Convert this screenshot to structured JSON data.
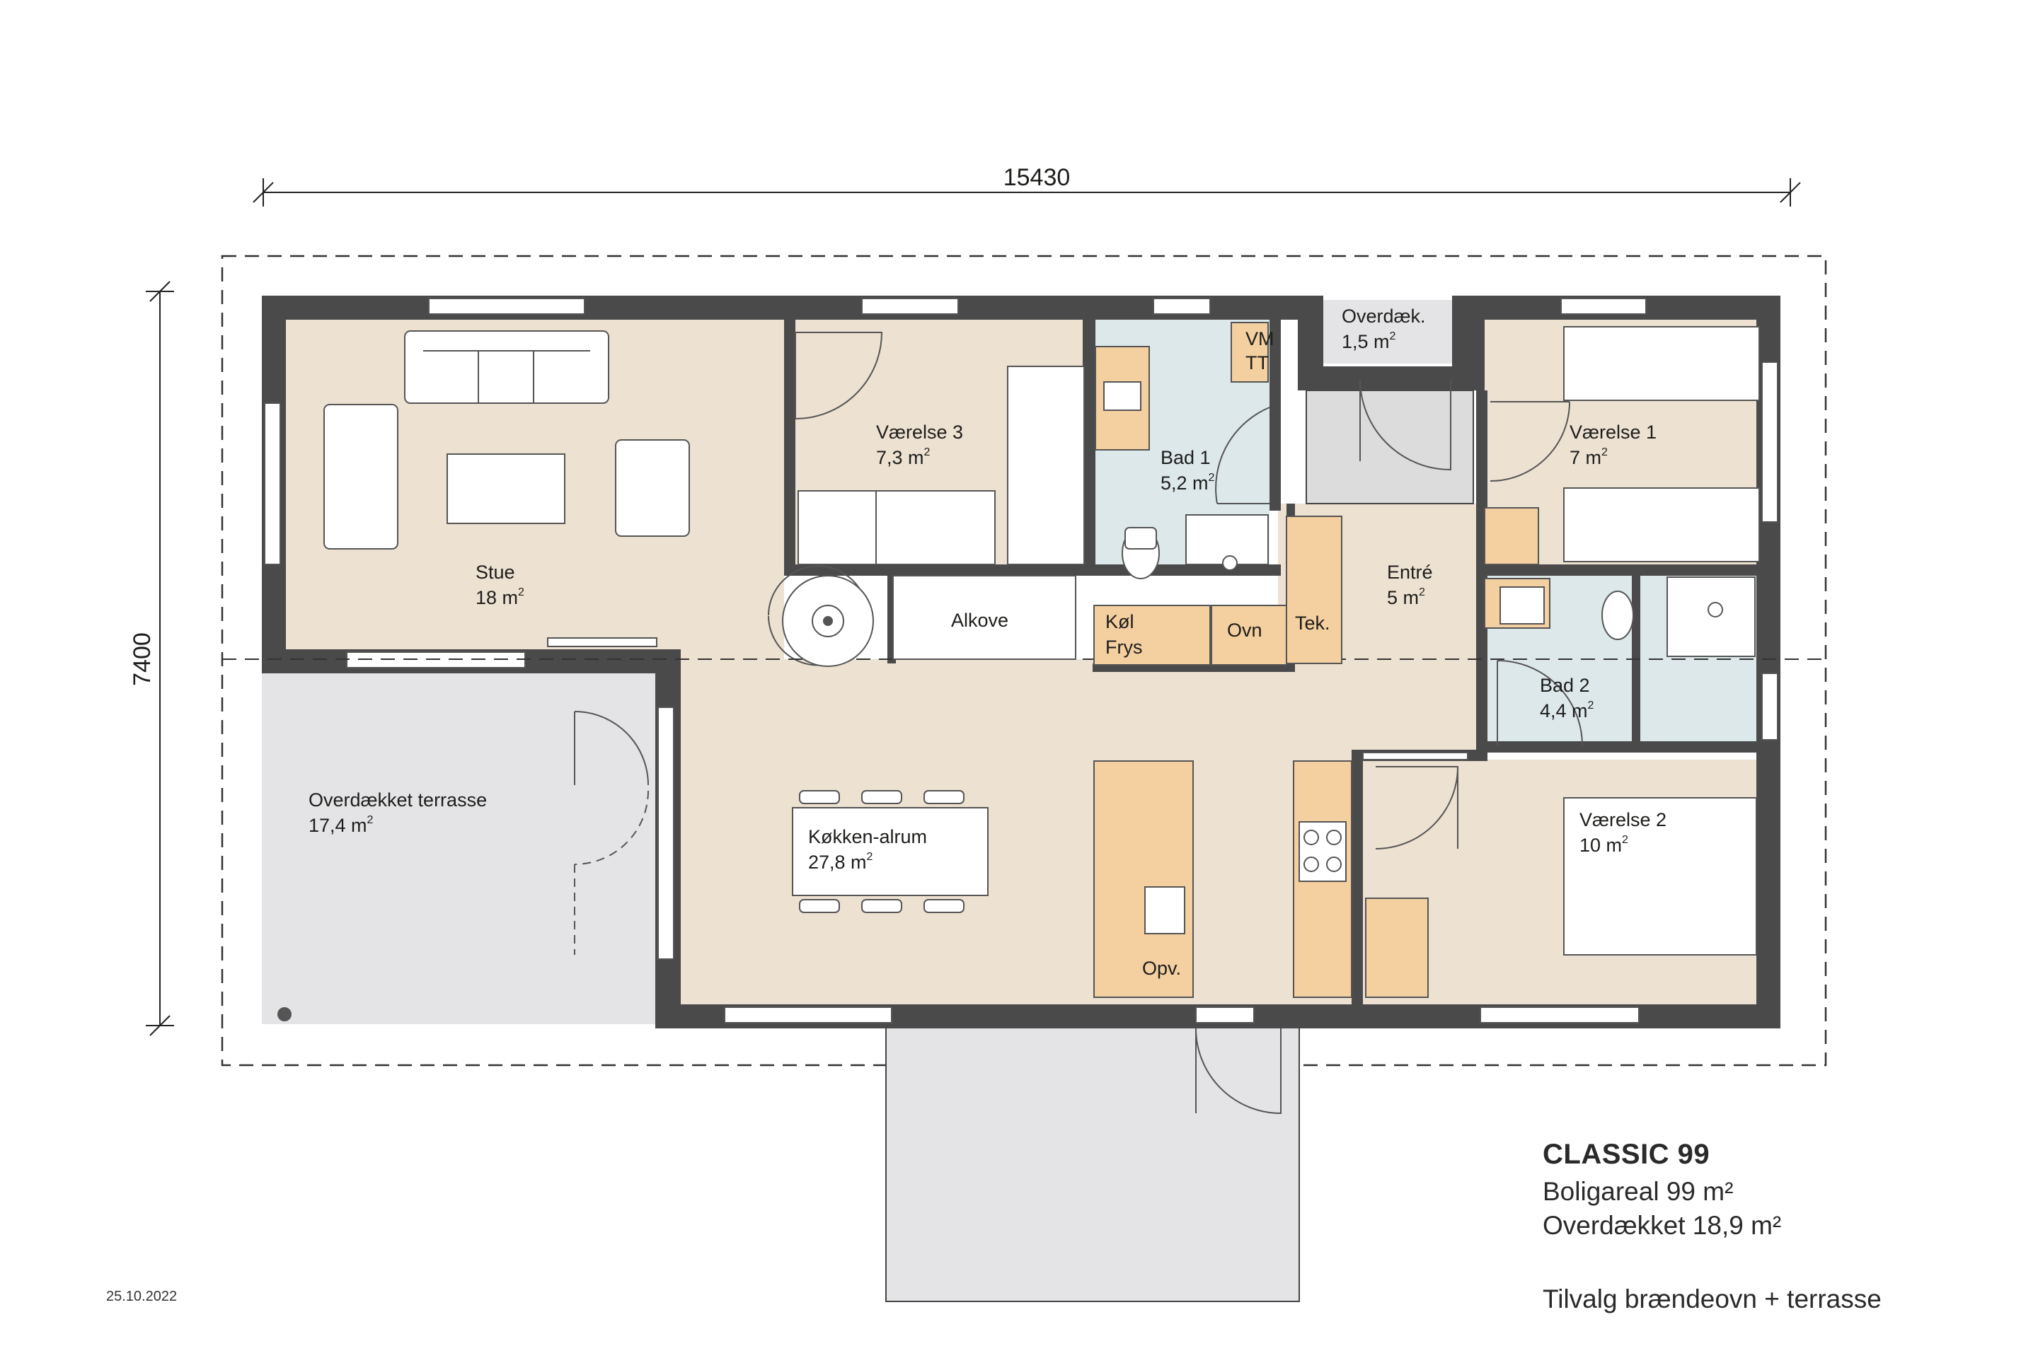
{
  "plan": {
    "width_dimension": "15430",
    "depth_dimension": "7400",
    "rooms": {
      "stue": {
        "name": "Stue",
        "area": "18 m",
        "sup": "2"
      },
      "vaerelse3": {
        "name": "Værelse 3",
        "area": "7,3 m",
        "sup": "2"
      },
      "bad1": {
        "name": "Bad 1",
        "area": "5,2 m",
        "sup": "2"
      },
      "vm_tt": {
        "line1": "VM",
        "line2": "TT"
      },
      "overdaek": {
        "name": "Overdæk.",
        "area": "1,5 m",
        "sup": "2"
      },
      "vaerelse1": {
        "name": "Værelse 1",
        "area": "7 m",
        "sup": "2"
      },
      "alkove": {
        "name": "Alkove"
      },
      "kol_frys": {
        "line1": "Køl",
        "line2": "Frys"
      },
      "ovn": {
        "name": "Ovn"
      },
      "tek": {
        "name": "Tek."
      },
      "entre": {
        "name": "Entré",
        "area": "5 m",
        "sup": "2"
      },
      "bad2": {
        "name": "Bad 2",
        "area": "4,4 m",
        "sup": "2"
      },
      "terrasse": {
        "name": "Overdækket terrasse",
        "area": "17,4 m",
        "sup": "2"
      },
      "kokken": {
        "name": "Køkken-alrum",
        "area": "27,8 m",
        "sup": "2"
      },
      "opv": {
        "name": "Opv."
      },
      "vaerelse2": {
        "name": "Værelse 2",
        "area": "10 m",
        "sup": "2"
      }
    },
    "colors": {
      "wall": "#4a4a4a",
      "living_floor": "#ede1d2",
      "bath_floor": "#dde8ea",
      "terrace_floor": "#e4e4e6",
      "cabinet": "#f4cfa0",
      "furniture_line": "#555555"
    }
  },
  "title_block": {
    "model": "CLASSIC 99",
    "living_area": "Boligareal 99 m²",
    "covered_area": "Overdækket 18,9 m²",
    "option": "Tilvalg brændeovn + terrasse"
  },
  "date": "25.10.2022"
}
